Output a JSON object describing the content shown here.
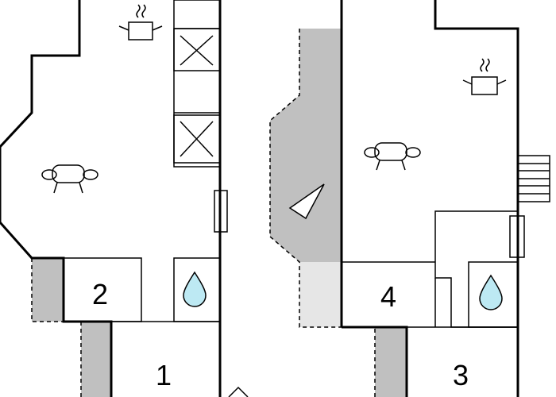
{
  "plan": {
    "rooms": [
      {
        "id": "room-1",
        "label": "1"
      },
      {
        "id": "room-2",
        "label": "2"
      },
      {
        "id": "room-3",
        "label": "3"
      },
      {
        "id": "room-4",
        "label": "4"
      }
    ],
    "icons": [
      "cooking-pot-icon",
      "sofa-icon",
      "stove-burner-icon",
      "water-drop-icon",
      "fireplace-icon",
      "stairs-icon",
      "door-icon"
    ],
    "colors": {
      "wall": "#000000",
      "terrace": "#c0c0c0",
      "terrace_light": "#e6e6e6",
      "water": "#bde9f3"
    }
  }
}
